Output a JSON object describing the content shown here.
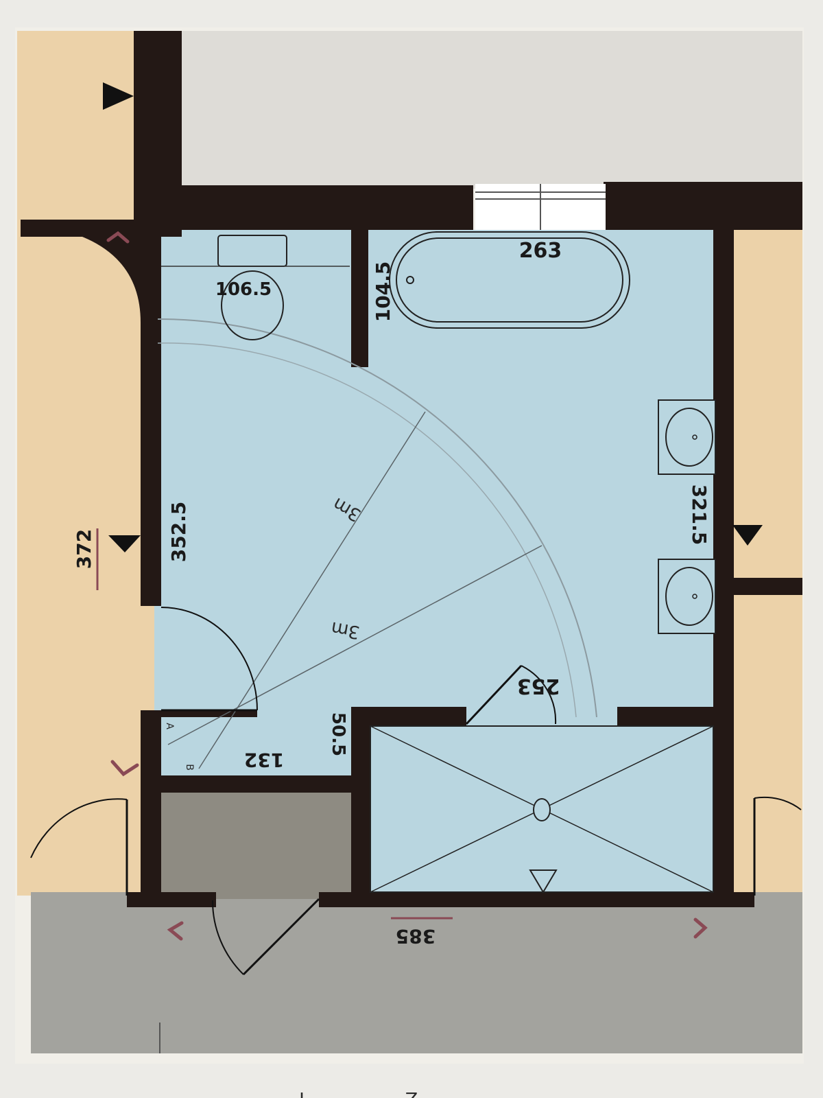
{
  "dimensions": {
    "toilet": "106.5",
    "partition": "104.5",
    "bath": "263",
    "left_wall": "352.5",
    "outer_left": "372",
    "right_wall": "321.5",
    "shower_door": "253",
    "shower_gap": "50.5",
    "hall_gap": "132",
    "bottom": "385",
    "radius_a": "3m",
    "radius_b": "3m"
  },
  "annotations": {
    "point_a": "A",
    "point_b": "B"
  },
  "page_marks": {
    "left": "I",
    "right": "Z"
  },
  "colors": {
    "floor": "#b9d6e0",
    "wall": "#231815",
    "outside_tan": "#ecd2a9",
    "hall_gray": "#a3a39e",
    "closet_gray": "#8e8b82",
    "pen_red": "#8a4a55"
  }
}
